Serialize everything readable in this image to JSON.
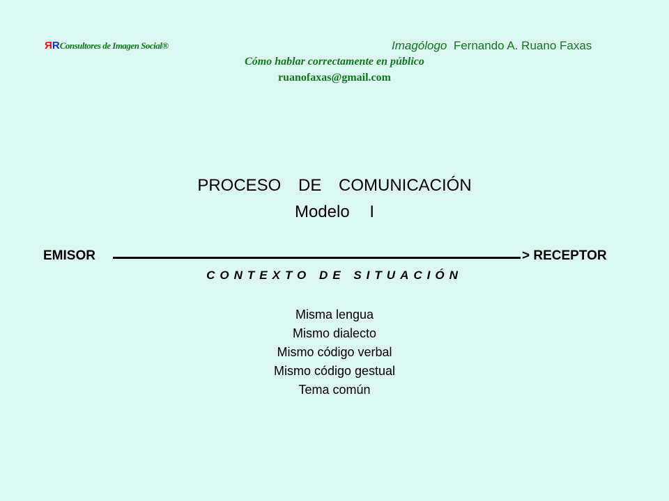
{
  "header": {
    "logo_mark": "ЯR",
    "company": "Consultores de Imagen Social®",
    "author_title": "Imagólogo",
    "author_name": "Fernando A. Ruano Faxas",
    "subtitle": "Cómo hablar correctamente en público",
    "email": "ruanofaxas@gmail.com"
  },
  "main": {
    "title": "PROCESO DE COMUNICACIÓN",
    "model": "Modelo I",
    "emisor": "EMISOR",
    "arrow_head": ">",
    "receptor": "RECEPTOR",
    "context": "CONTEXTO DE SITUACIÓN",
    "items": [
      "Misma lengua",
      "Mismo dialecto",
      "Mismo código verbal",
      "Mismo código gestual",
      "Tema común"
    ]
  }
}
